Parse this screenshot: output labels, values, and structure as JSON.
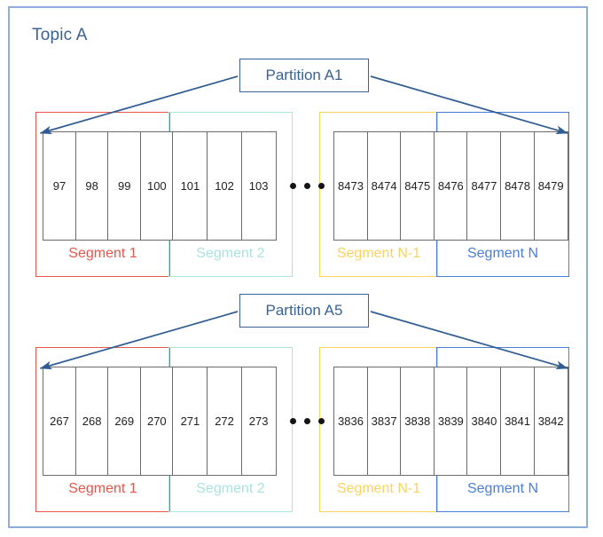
{
  "topic": {
    "title": "Topic A",
    "border_color": "#8daedb",
    "title_color": "#3b6294"
  },
  "colors": {
    "segment1": "#e8554b",
    "segment2": "#a9e4e0",
    "segmentN1": "#fad35f",
    "segmentN": "#4a7ed9",
    "cell_border": "#6b6b6b",
    "arrow": "#2f5c92",
    "dot": "#141414",
    "partition_border": "#3b6294",
    "partition_text": "#3b6294"
  },
  "partitions": [
    {
      "label": "Partition A1",
      "segments": [
        {
          "name": "Segment 1",
          "color_key": "segment1",
          "offsets": [
            "97",
            "98",
            "99",
            "100"
          ]
        },
        {
          "name": "Segment 2",
          "color_key": "segment2",
          "offsets": [
            "101",
            "102",
            "103"
          ]
        },
        {
          "name": "Segment N-1",
          "color_key": "segmentN1",
          "offsets": [
            "8473",
            "8474",
            "8475"
          ]
        },
        {
          "name": "Segment N",
          "color_key": "segmentN",
          "offsets": [
            "8476",
            "8477",
            "8478",
            "8479"
          ]
        }
      ],
      "ellipsis": "•••"
    },
    {
      "label": "Partition A5",
      "segments": [
        {
          "name": "Segment 1",
          "color_key": "segment1",
          "offsets": [
            "267",
            "268",
            "269",
            "270"
          ]
        },
        {
          "name": "Segment 2",
          "color_key": "segment2",
          "offsets": [
            "271",
            "272",
            "273"
          ]
        },
        {
          "name": "Segment N-1",
          "color_key": "segmentN1",
          "offsets": [
            "3836",
            "3837",
            "3838"
          ]
        },
        {
          "name": "Segment N",
          "color_key": "segmentN",
          "offsets": [
            "3839",
            "3840",
            "3841",
            "3842"
          ]
        }
      ],
      "ellipsis": "•••"
    }
  ]
}
